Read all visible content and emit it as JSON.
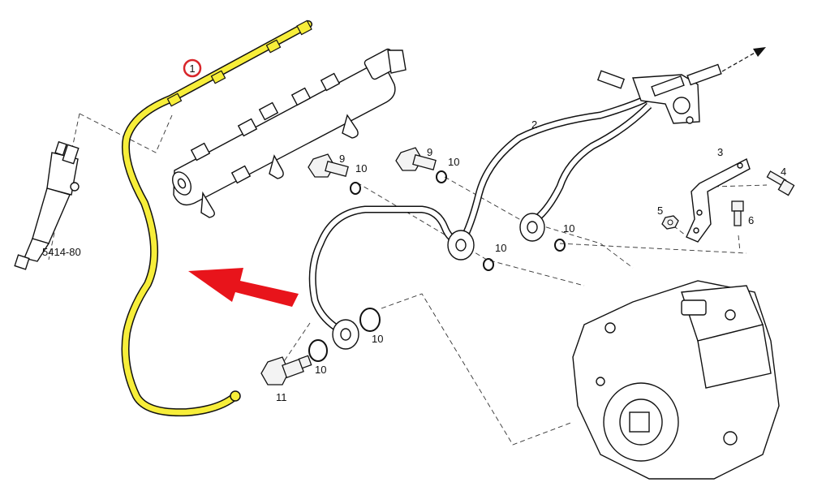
{
  "diagram": {
    "highlight_color": "#f7ee3a",
    "arrow_color": "#e8141b",
    "callout_color": "#d8262b",
    "parts": {
      "injector_ref": "5414-80",
      "callout_number": "1",
      "p2": "2",
      "p3": "3",
      "p4": "4",
      "p5": "5",
      "p6": "6",
      "p9_left": "9",
      "p9_right": "9",
      "p10_a": "10",
      "p10_b": "10",
      "p10_c": "10",
      "p10_d": "10",
      "p10_e": "10",
      "p10_f": "10",
      "p11": "11"
    }
  }
}
